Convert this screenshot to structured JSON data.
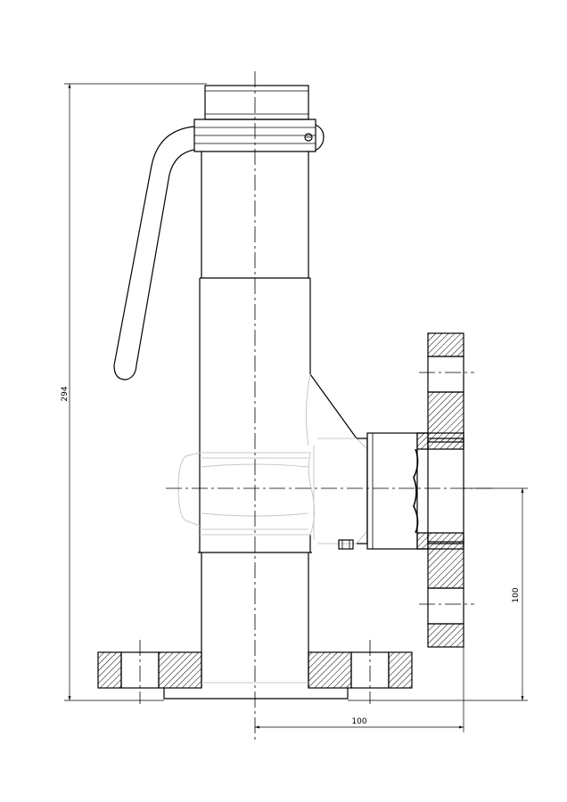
{
  "dimensions": {
    "height_total": "294",
    "outlet_offset_vertical": "100",
    "outlet_offset_horizontal": "100"
  }
}
